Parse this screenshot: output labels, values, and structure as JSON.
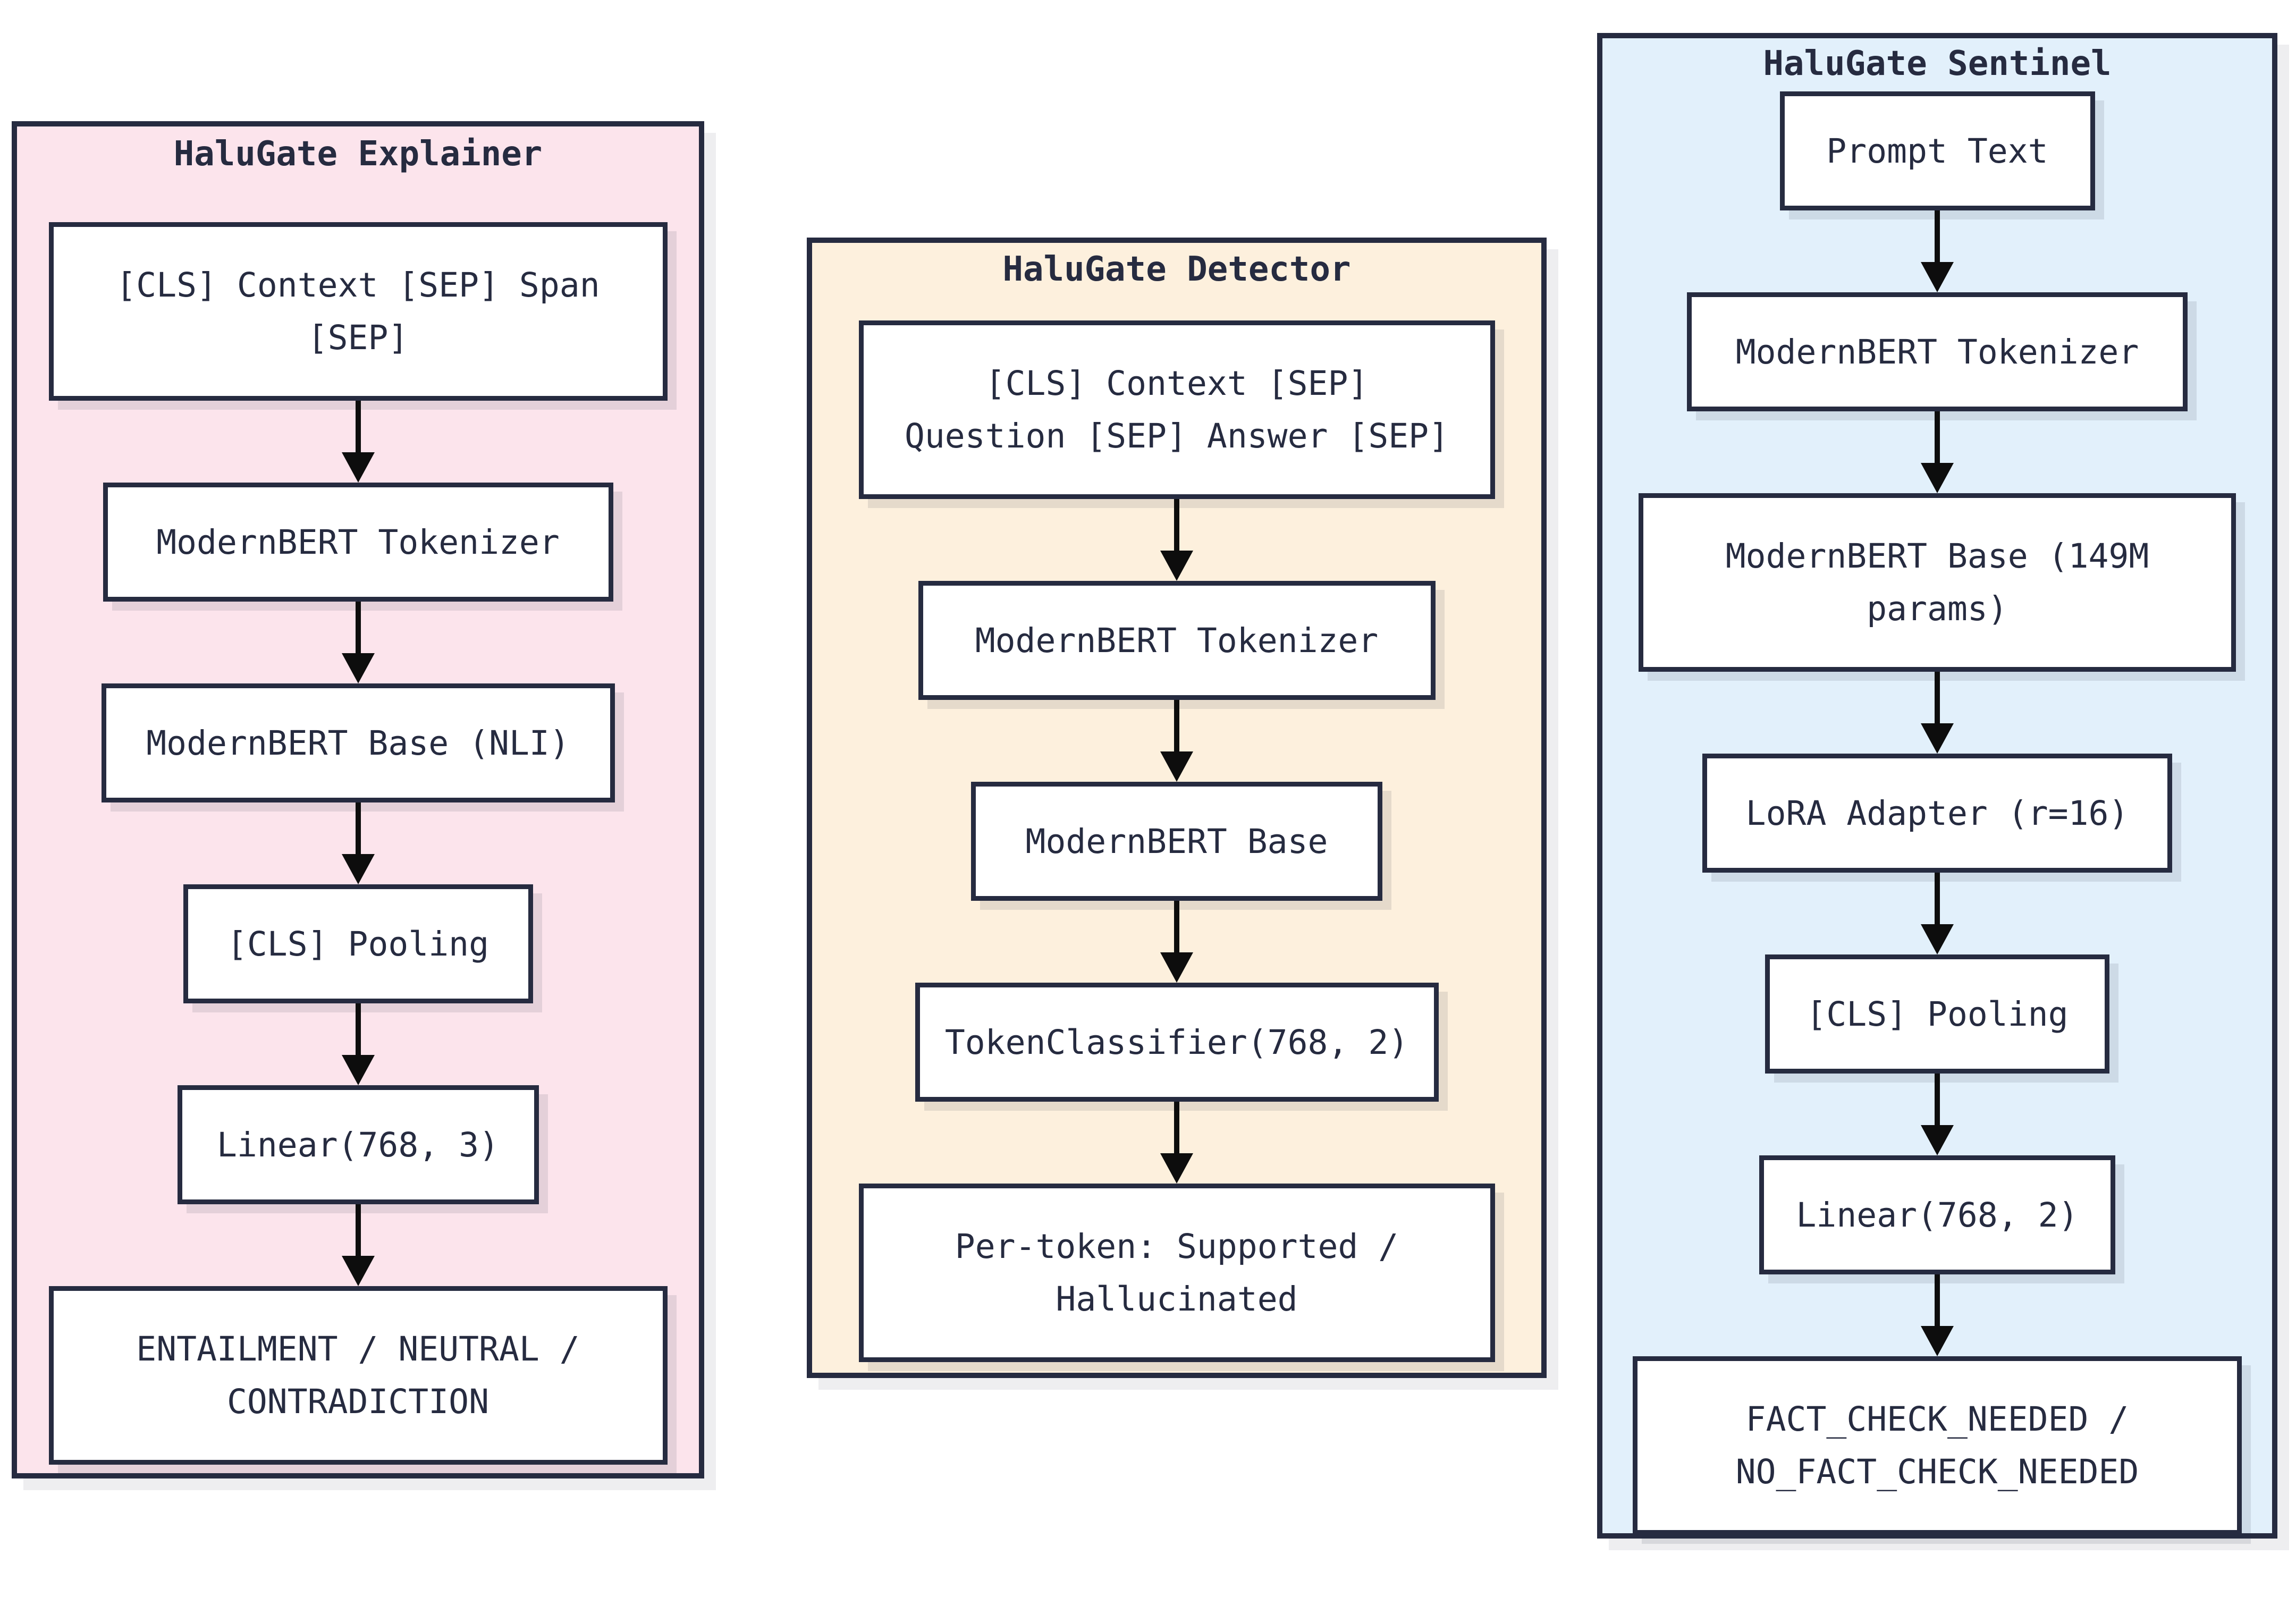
{
  "colors": {
    "border_navy": "#262b40",
    "arrow_black": "#0d0d0d",
    "node_bg": "#ffffff",
    "explainer_bg": "#fce4ec",
    "detector_bg": "#fdf0dd",
    "sentinel_bg": "#e2f0fb"
  },
  "panels": [
    {
      "title": "HaluGate Explainer",
      "bg": "#fce4ec",
      "nodes": [
        {
          "label": "[CLS] Context [SEP] Span\n[SEP]"
        },
        {
          "label": "ModernBERT Tokenizer"
        },
        {
          "label": "ModernBERT Base (NLI)"
        },
        {
          "label": "[CLS] Pooling"
        },
        {
          "label": "Linear(768, 3)"
        },
        {
          "label": "ENTAILMENT / NEUTRAL /\nCONTRADICTION"
        }
      ]
    },
    {
      "title": "HaluGate Detector",
      "bg": "#fdf0dd",
      "nodes": [
        {
          "label": "[CLS] Context [SEP]\nQuestion [SEP] Answer [SEP]"
        },
        {
          "label": "ModernBERT Tokenizer"
        },
        {
          "label": "ModernBERT Base"
        },
        {
          "label": "TokenClassifier(768, 2)"
        },
        {
          "label": "Per-token: Supported /\nHallucinated"
        }
      ]
    },
    {
      "title": "HaluGate Sentinel",
      "bg": "#e2f0fb",
      "nodes": [
        {
          "label": "Prompt Text"
        },
        {
          "label": "ModernBERT Tokenizer"
        },
        {
          "label": "ModernBERT Base (149M\nparams)"
        },
        {
          "label": "LoRA Adapter (r=16)"
        },
        {
          "label": "[CLS] Pooling"
        },
        {
          "label": "Linear(768, 2)"
        },
        {
          "label": "FACT_CHECK_NEEDED /\nNO_FACT_CHECK_NEEDED"
        }
      ]
    }
  ]
}
